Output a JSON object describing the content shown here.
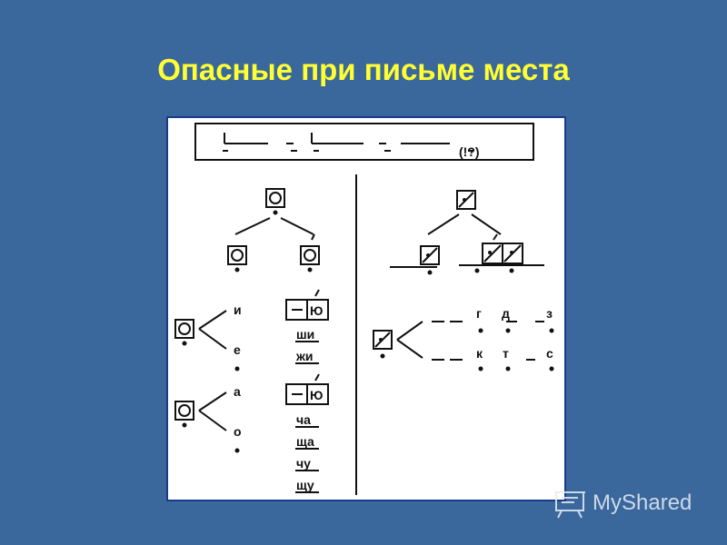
{
  "slide": {
    "title": "Опасные при письме места",
    "header_scheme_mark": "(!?)",
    "watermark_text": "MyShared",
    "watermark_icon": "presentation-board-icon"
  },
  "left_scheme": {
    "vowels_after_soft_sign_group": [
      "и",
      "е"
    ],
    "vowels_after_hard_sign_group": [
      "а",
      "о"
    ],
    "examples_hushing_i": [
      "ши",
      "жи"
    ],
    "examples_hushing_a_u": [
      "ча",
      "ща",
      "чу",
      "щу"
    ],
    "box_glyph": "Ю"
  },
  "right_scheme": {
    "voiced_letters": [
      "г",
      "д",
      "з"
    ],
    "voiceless_letters": [
      "к",
      "т",
      "с"
    ]
  },
  "colors": {
    "background": "#3a679c",
    "title": "#ffff33",
    "panel": "#ffffff",
    "panel_border": "#1a3a8a",
    "ink": "#111111"
  }
}
